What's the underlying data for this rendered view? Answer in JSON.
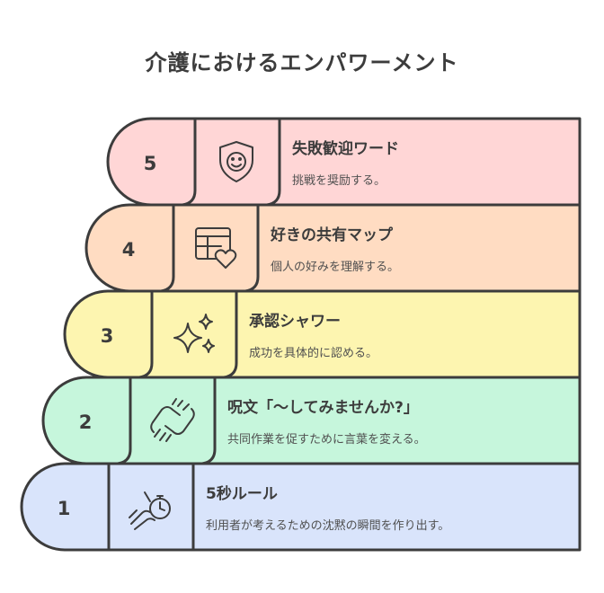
{
  "title": "介護におけるエンパワーメント",
  "steps": [
    {
      "number": "1",
      "title": "5秒ルール",
      "description": "利用者が考えるための沈黙の瞬間を作り出す。",
      "icon": "stopwatch-hand-icon",
      "color": "#d9e4fb"
    },
    {
      "number": "2",
      "title": "呪文「〜してみませんか?」",
      "description": "共同作業を促すために言葉を変える。",
      "icon": "handshake-icon",
      "color": "#c6f6dc"
    },
    {
      "number": "3",
      "title": "承認シャワー",
      "description": "成功を具体的に認める。",
      "icon": "sparkles-icon",
      "color": "#fdf5b0"
    },
    {
      "number": "4",
      "title": "好きの共有マップ",
      "description": "個人の好みを理解する。",
      "icon": "table-heart-icon",
      "color": "#ffdcc2"
    },
    {
      "number": "5",
      "title": "失敗歓迎ワード",
      "description": "挑戦を奨励する。",
      "icon": "smile-shield-icon",
      "color": "#ffd6d6"
    }
  ]
}
